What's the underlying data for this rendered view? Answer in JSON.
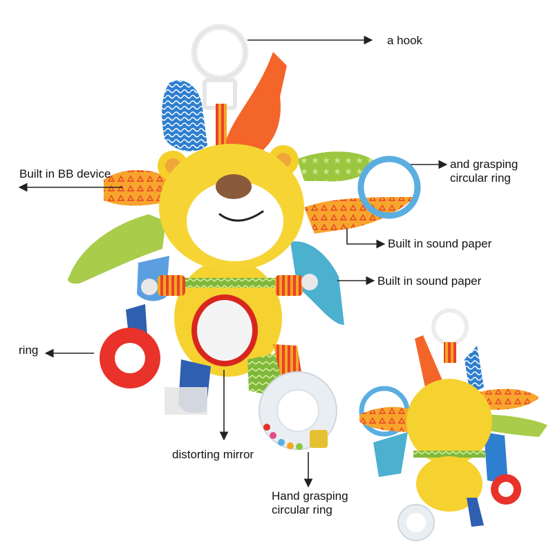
{
  "labels": {
    "hook": "a hook",
    "bb_device": "Built in BB device",
    "grasping_ring_line1": "and grasping",
    "grasping_ring_line2": "circular ring",
    "sound_paper_1": "Built in sound paper",
    "sound_paper_2": "Built in sound paper",
    "ring": "ring",
    "distorting_mirror": "distorting mirror",
    "hand_grasping_line1": "Hand grasping",
    "hand_grasping_line2": "circular ring"
  },
  "colors": {
    "body_yellow": "#f5d230",
    "muzzle_white": "#ffffff",
    "nose_brown": "#8a5a3c",
    "mirror_frame_red": "#d8261f",
    "teether_red": "#e8322a",
    "ring_blue": "#5aaee0",
    "hook_white": "#f2f2f2",
    "green_petal": "#9bc640",
    "orange_petal": "#f47a2a",
    "blue_petal": "#2f7fd0",
    "arrow_color": "#222222"
  }
}
